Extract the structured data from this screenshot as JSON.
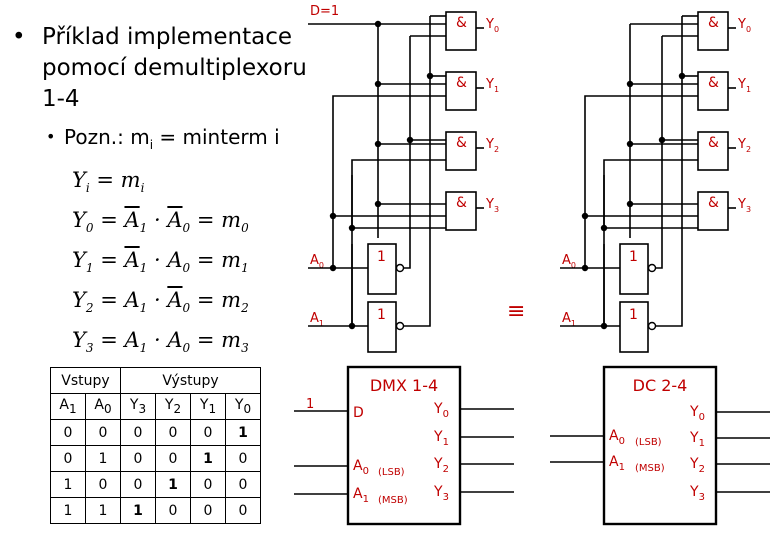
{
  "bullets": {
    "main_line1": "Příklad implementace",
    "main_line2": "pomocí demultiplexoru",
    "main_line3": "1-4",
    "note": "Pozn.: m",
    "note_sub": "i",
    "note_rest": " = minterm i"
  },
  "equations": [
    {
      "lhs": "Y",
      "lhs_sub": "i",
      "rhs": "m",
      "rhs_sub": "i"
    },
    {
      "lhs": "Y",
      "lhs_sub": "0",
      "a1": "A",
      "a1_sub": "1",
      "dot": "·",
      "a0": "A",
      "a0_sub": "0",
      "eq": "=",
      "m": "m",
      "m_sub": "0"
    },
    {
      "lhs": "Y",
      "lhs_sub": "1",
      "a1": "A",
      "a1_sub": "1",
      "dot": "·",
      "a0": "A",
      "a0_sub": "0",
      "eq": "=",
      "m": "m",
      "m_sub": "1"
    },
    {
      "lhs": "Y",
      "lhs_sub": "2",
      "a1": "A",
      "a1_sub": "1",
      "dot": "·",
      "a0": "A",
      "a0_sub": "0",
      "eq": "=",
      "m": "m",
      "m_sub": "2"
    },
    {
      "lhs": "Y",
      "lhs_sub": "3",
      "a1": "A",
      "a1_sub": "1",
      "dot": "·",
      "a0": "A",
      "a0_sub": "0",
      "eq": "=",
      "m": "m",
      "m_sub": "3"
    }
  ],
  "truth_table": {
    "group_inputs": "Vstupy",
    "group_outputs": "Výstupy",
    "columns": [
      {
        "base": "A",
        "sub": "1"
      },
      {
        "base": "A",
        "sub": "0"
      },
      {
        "base": "Y",
        "sub": "3"
      },
      {
        "base": "Y",
        "sub": "2"
      },
      {
        "base": "Y",
        "sub": "1"
      },
      {
        "base": "Y",
        "sub": "0"
      }
    ],
    "rows": [
      [
        "0",
        "0",
        "0",
        "0",
        "0",
        "1"
      ],
      [
        "0",
        "1",
        "0",
        "0",
        "1",
        "0"
      ],
      [
        "1",
        "0",
        "0",
        "1",
        "0",
        "0"
      ],
      [
        "1",
        "1",
        "1",
        "0",
        "0",
        "0"
      ]
    ]
  },
  "diagram": {
    "d_input": "D=1",
    "and_symbol": "&",
    "not_symbol": "1",
    "y_base": "Y",
    "y_subs": [
      "0",
      "1",
      "2",
      "3"
    ],
    "a_base": "A",
    "a0_sub": "0",
    "a1_sub": "1",
    "equiv": "≡",
    "dmx_title": "DMX 1-4",
    "dmx_d": "D",
    "dmx_in_one": "1",
    "dc_title": "DC 2-4",
    "lsb": "(LSB)",
    "msb": "(MSB)"
  },
  "colors": {
    "accent": "#c00000",
    "ink": "#000000"
  }
}
